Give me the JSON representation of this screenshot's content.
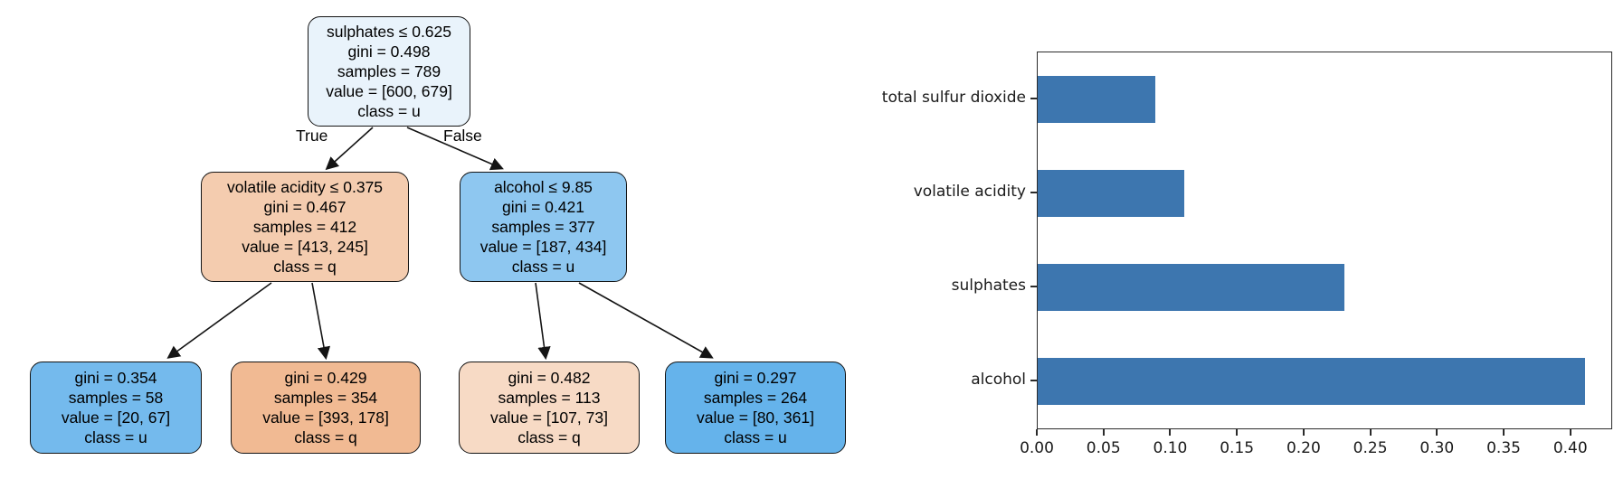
{
  "tree": {
    "edge_labels": {
      "true": "True",
      "false": "False"
    },
    "nodes": [
      {
        "id": "root",
        "lines": [
          "sulphates ≤ 0.625",
          "gini = 0.498",
          "samples = 789",
          "value = [600, 679]",
          "class = u"
        ],
        "color": "#e9f3fb"
      },
      {
        "id": "left-child",
        "lines": [
          "volatile acidity ≤ 0.375",
          "gini = 0.467",
          "samples = 412",
          "value = [413, 245]",
          "class = q"
        ],
        "color": "#f4ccaf"
      },
      {
        "id": "right-child",
        "lines": [
          "alcohol ≤ 9.85",
          "gini = 0.421",
          "samples = 377",
          "value = [187, 434]",
          "class = u"
        ],
        "color": "#8ec7f0"
      },
      {
        "id": "leaf-1",
        "lines": [
          "gini = 0.354",
          "samples = 58",
          "value = [20, 67]",
          "class = u"
        ],
        "color": "#74baed"
      },
      {
        "id": "leaf-2",
        "lines": [
          "gini = 0.429",
          "samples = 354",
          "value = [393, 178]",
          "class = q"
        ],
        "color": "#f1ba93"
      },
      {
        "id": "leaf-3",
        "lines": [
          "gini = 0.482",
          "samples = 113",
          "value = [107, 73]",
          "class = q"
        ],
        "color": "#f7dac5"
      },
      {
        "id": "leaf-4",
        "lines": [
          "gini = 0.297",
          "samples = 264",
          "value = [80, 361]",
          "class = u"
        ],
        "color": "#65b3eb"
      }
    ]
  },
  "chart_data": {
    "type": "bar",
    "orientation": "horizontal",
    "title": "",
    "xlabel": "",
    "ylabel": "",
    "categories": [
      "total sulfur dioxide",
      "volatile acidity",
      "sulphates",
      "alcohol"
    ],
    "values": [
      0.088,
      0.11,
      0.23,
      0.41
    ],
    "xticks": [
      "0.00",
      "0.05",
      "0.10",
      "0.15",
      "0.20",
      "0.25",
      "0.30",
      "0.35",
      "0.40"
    ],
    "xlim": [
      0,
      0.43
    ],
    "grid": false,
    "legend": "none",
    "bar_color": "#3d76af",
    "spine_color": "#2b2b2b"
  }
}
